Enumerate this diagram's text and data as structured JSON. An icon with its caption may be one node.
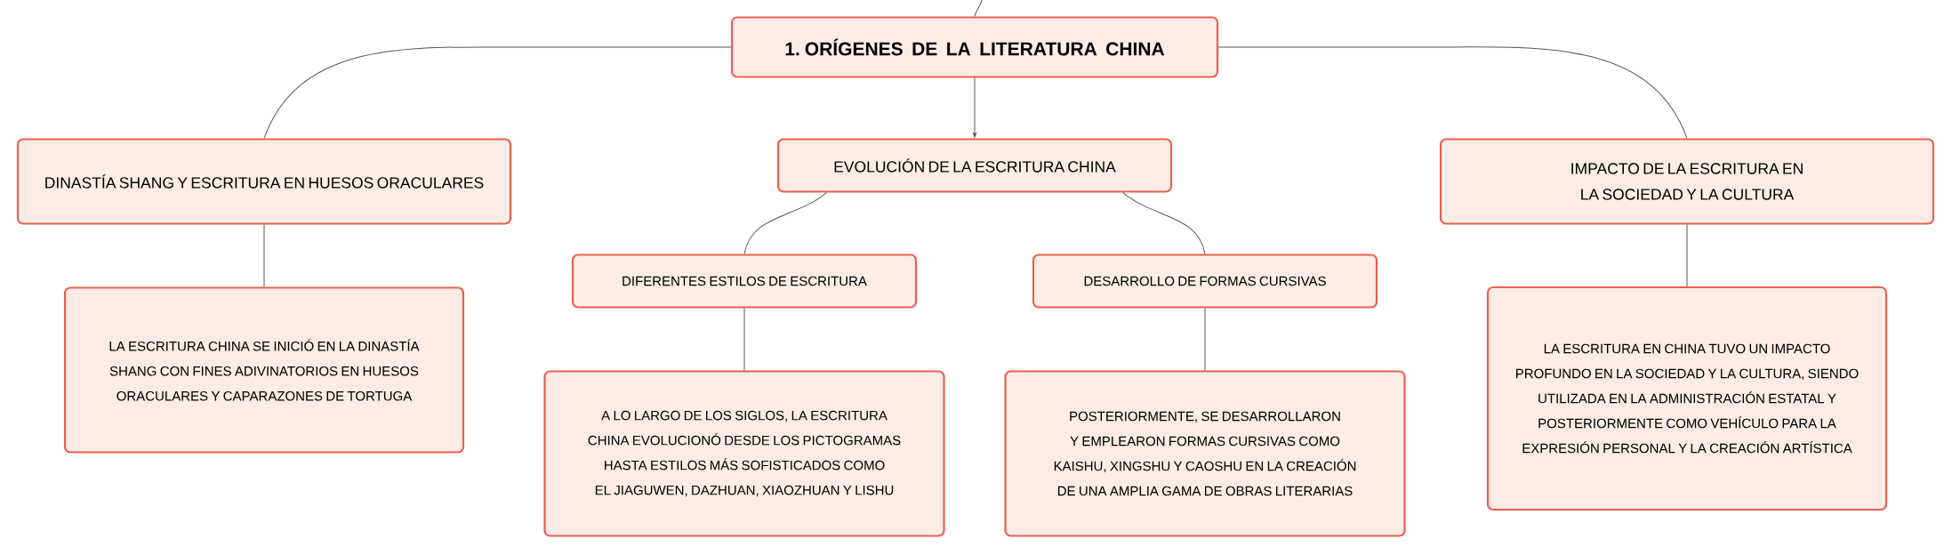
{
  "diagram": {
    "nodes": [
      {
        "text": [
          "1. ORÍGENES DE LA LITERATURA CHINA"
        ]
      },
      {
        "text": [
          "DINASTÍA SHANG Y ESCRITURA EN HUESOS ORACULARES"
        ]
      },
      {
        "text": [
          "EVOLUCIÓN DE LA ESCRITURA CHINA"
        ]
      },
      {
        "text": [
          "IMPACTO DE LA ESCRITURA EN LA SOCIEDAD Y LA CULTURA"
        ]
      },
      {
        "text": [
          "DIFERENTES ESTILOS DE ESCRITURA"
        ]
      },
      {
        "text": [
          "DESARROLLO DE FORMAS CURSIVAS"
        ]
      },
      {
        "text": [
          "LA ESCRITURA CHINA SE INICIÓ EN LA DINASTÍA SHANG CON FINES ADIVINATORIOS EN HUESOS ORACULARES Y CAPARAZONES DE TORTUGA"
        ]
      },
      {
        "text": [
          "A LO LARGO DE LOS SIGLOS, LA ESCRITURA CHINA EVOLUCIONÓ DESDE LOS PICTOGRAMAS HASTA ESTILOS MÁS SOFISTICADOS COMO EL JIAGUWEN, DAZHUAN, XIAOZHUAN Y LISHU"
        ]
      },
      {
        "text": [
          "POSTERIORMENTE, SE DESARROLLARON Y EMPLEARON FORMAS CURSIVAS COMO KAISHU, XINGSHU Y CAOSHU EN LA CREACIÓN DE UNA AMPLIA GAMA DE OBRAS LITERARIAS"
        ]
      },
      {
        "text": [
          "LA ESCRITURA EN CHINA TUVO UN IMPACTO PROFUNDO EN LA SOCIEDAD Y LA CULTURA, SIENDO UTILIZADA EN LA ADMINISTRACIÓN ESTATAL Y POSTERIORMENTE COMO VEHÍCULO PARA LA EXPRESIÓN PERSONAL Y LA CREACIÓN ARTÍSTICA"
        ]
      }
    ],
    "edges": [
      {
        "from": null,
        "to": 0,
        "arrow": "none"
      },
      {
        "from": 0,
        "to": 1,
        "arrow": "none"
      },
      {
        "from": 0,
        "to": 2,
        "arrow": "to"
      },
      {
        "from": 0,
        "to": 3,
        "arrow": "none"
      },
      {
        "from": 2,
        "to": 4,
        "arrow": "none"
      },
      {
        "from": 2,
        "to": 5,
        "arrow": "none"
      },
      {
        "from": 1,
        "to": 6,
        "arrow": "none"
      },
      {
        "from": 4,
        "to": 7,
        "arrow": "none"
      },
      {
        "from": 5,
        "to": 8,
        "arrow": "none"
      },
      {
        "from": 3,
        "to": 9,
        "arrow": "none"
      }
    ]
  }
}
